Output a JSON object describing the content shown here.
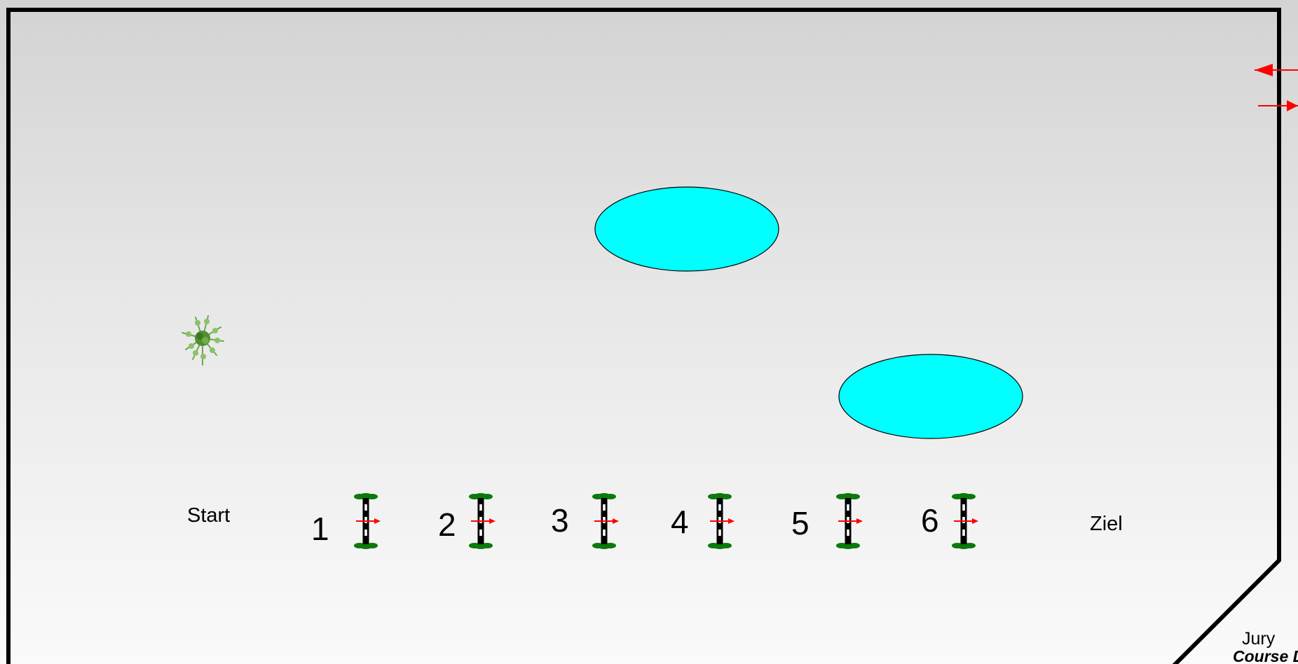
{
  "labels": {
    "start": "Start",
    "finish": "Ziel",
    "jury": "Jury",
    "course_designer": "Course D"
  },
  "obstacles": [
    {
      "number": "1",
      "type": "vertical",
      "direction": "right"
    },
    {
      "number": "2",
      "type": "vertical",
      "direction": "right"
    },
    {
      "number": "3",
      "type": "vertical",
      "direction": "right"
    },
    {
      "number": "4",
      "type": "vertical",
      "direction": "right"
    },
    {
      "number": "5",
      "type": "vertical",
      "direction": "right"
    },
    {
      "number": "6",
      "type": "vertical",
      "direction": "right"
    }
  ],
  "arena_features": {
    "water_areas": 2,
    "decoration": "plant",
    "entry_exit_arrows": [
      "in",
      "out"
    ]
  },
  "colors": {
    "arena_border": "#000000",
    "water": "#00ffff",
    "arrow": "#ff0000",
    "foliage": "#0a7a0a",
    "background_top": "#d3d3d3",
    "background_bottom": "#fafafa"
  }
}
